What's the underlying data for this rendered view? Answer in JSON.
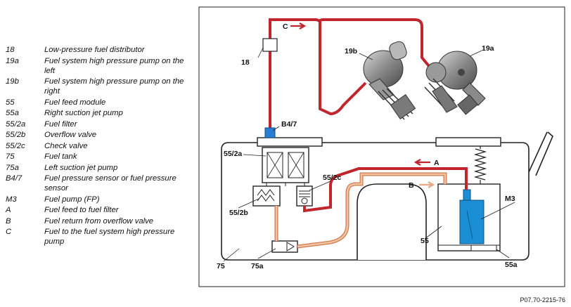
{
  "legend": [
    {
      "code": "18",
      "desc": "Low-pressure fuel distributor"
    },
    {
      "code": "19a",
      "desc": "Fuel system high pressure pump on the left"
    },
    {
      "code": "19b",
      "desc": "Fuel system high pressure pump on the right"
    },
    {
      "code": "55",
      "desc": "Fuel feed module"
    },
    {
      "code": "55a",
      "desc": "Right suction jet pump"
    },
    {
      "code": "55/2a",
      "desc": "Fuel filter"
    },
    {
      "code": "55/2b",
      "desc": "Overflow valve"
    },
    {
      "code": "55/2c",
      "desc": "Check valve"
    },
    {
      "code": "75",
      "desc": "Fuel tank"
    },
    {
      "code": "75a",
      "desc": "Left suction jet pump"
    },
    {
      "code": "B4/7",
      "desc": "Fuel pressure sensor or fuel pressure sensor"
    },
    {
      "code": "M3",
      "desc": "Fuel pump (FP)"
    },
    {
      "code": "A",
      "desc": "Fuel feed to fuel filter"
    },
    {
      "code": "B",
      "desc": "Fuel return from overflow valve"
    },
    {
      "code": "C",
      "desc": "Fuel to the fuel system high pressure pump"
    }
  ],
  "labels": {
    "l18": "18",
    "l19a": "19a",
    "l19b": "19b",
    "lB47": "B4/7",
    "l552a": "55/2a",
    "l552b": "55/2b",
    "l552c": "55/2c",
    "l55": "55",
    "l55a": "55a",
    "l75": "75",
    "l75a": "75a",
    "lM3": "M3",
    "lA": "A",
    "lB": "B",
    "lC": "C"
  },
  "figure_id": "P07.70-2215-76",
  "colors": {
    "pressure_line": "#c0262b",
    "return_line": "#e8a987",
    "pump_blue": "#1b8fd6",
    "sensor_blue": "#2a7fd4"
  }
}
